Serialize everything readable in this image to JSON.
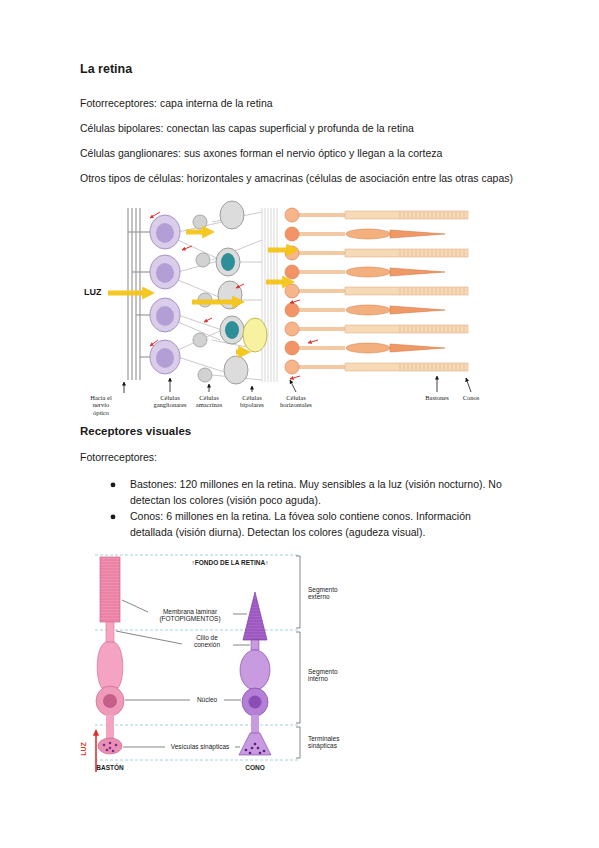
{
  "diagram": {
    "title": "La retina",
    "labels": [
      "Fotorreceptores: capa interna de la retina",
      "Células bipolares: conectan las capas superficial y profunda de la retina",
      "Células ganglionares: sus axones forman el nervio óptico y llegan a la corteza",
      "Otros tipos de células: horizontales y amacrinas (células de asociación entre las otras capas)",
      "LUZ",
      "Hacia el nervio óptico",
      "Células ganglionares",
      "Células amacrinas",
      "Células bipolares",
      "Células horizontales",
      "Bastones",
      "Conos",
      "Receptores visuales",
      "Fotorreceptores:",
      "Bastones: 120 millones en la retina. Muy sensibles a la luz (visión nocturno). No detectan los colores (visión poco aguda).",
      "Conos: 6 millones en la retina. La fóvea solo contiene conos. Información detallada (visión diurna). Detectan los colores (agudeza visual).",
      "↑FONDO DE LA RETINA↑",
      "Membrana laminar (FOTOPIGMENTOS)",
      "Cilio de conexión",
      "Núcleo",
      "Vesículas sinápticas",
      "Segmento externo",
      "Segmento interno",
      "Terminales sinápticas",
      "LUZ",
      "BASTÓN",
      "CONO"
    ]
  }
}
